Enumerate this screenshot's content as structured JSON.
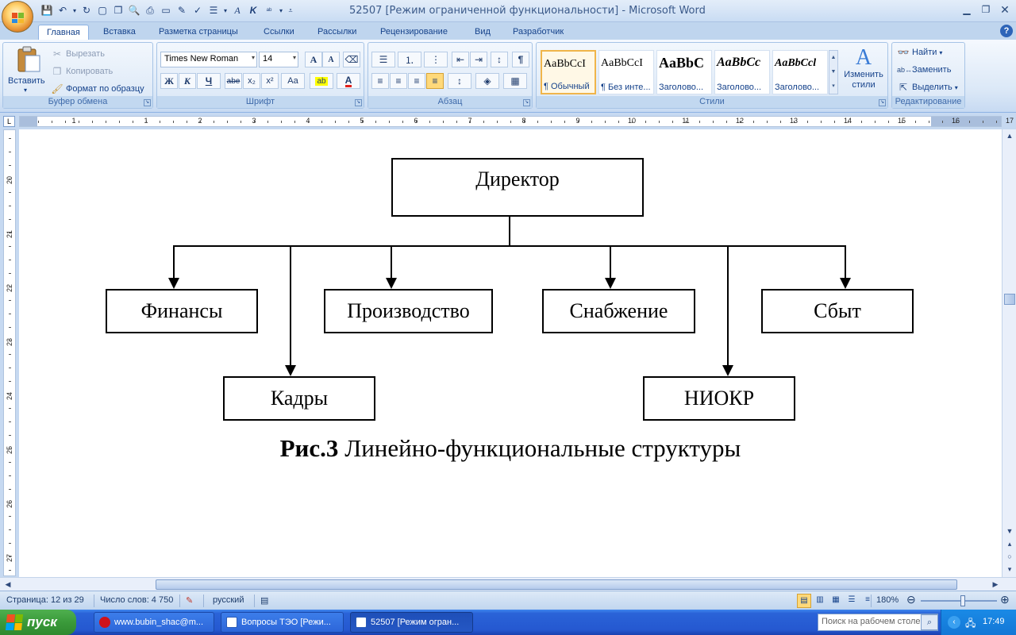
{
  "window": {
    "title": "52507 [Режим ограниченной функциональности]  -  Microsoft Word"
  },
  "tabs": [
    "Главная",
    "Вставка",
    "Разметка страницы",
    "Ссылки",
    "Рассылки",
    "Рецензирование",
    "Вид",
    "Разработчик"
  ],
  "ribbon": {
    "clipboard": {
      "label": "Буфер обмена",
      "paste": "Вставить",
      "cut": "Вырезать",
      "copy": "Копировать",
      "format_painter": "Формат по образцу"
    },
    "font": {
      "label": "Шрифт",
      "font_name": "Times New Roman",
      "font_size": "14",
      "bold": "Ж",
      "italic": "К",
      "underline": "Ч",
      "strike": "abe",
      "subscript": "x₂",
      "superscript": "x²",
      "change_case": "Aa",
      "grow": "A",
      "shrink": "A"
    },
    "paragraph": {
      "label": "Абзац",
      "pilcrow": "¶"
    },
    "styles": {
      "label": "Стили",
      "items": [
        {
          "sample": "AaBbCcI",
          "name": "¶ Обычный"
        },
        {
          "sample": "AaBbCcI",
          "name": "¶ Без инте..."
        },
        {
          "sample": "AaBbC",
          "name": "Заголово..."
        },
        {
          "sample": "AaBbCc",
          "name": "Заголово..."
        },
        {
          "sample": "AaBbCcl",
          "name": "Заголово..."
        }
      ],
      "change_styles": "Изменить стили"
    },
    "editing": {
      "label": "Редактирование",
      "find": "Найти",
      "replace": "Заменить",
      "select": "Выделить"
    }
  },
  "ruler": {
    "h_numbers": [
      "1",
      "1",
      "2",
      "3",
      "4",
      "5",
      "6",
      "7",
      "8",
      "9",
      "10",
      "11",
      "12",
      "13",
      "14",
      "15",
      "16",
      "17"
    ],
    "v_numbers": [
      "20",
      "21",
      "22",
      "23",
      "24",
      "25",
      "26",
      "27"
    ]
  },
  "document": {
    "chart": {
      "root": "Директор",
      "row1": [
        "Финансы",
        "Производство",
        "Снабжение",
        "Сбыт"
      ],
      "row2": [
        "Кадры",
        "НИОКР"
      ]
    },
    "caption_bold": "Рис.3",
    "caption_text": " Линейно-функциональные структуры"
  },
  "status": {
    "page": "Страница: 12 из 29",
    "words": "Число слов: 4 750",
    "language": "русский",
    "zoom": "180%"
  },
  "taskbar": {
    "start": "пуск",
    "tasks": [
      "www.bubin_shac@m...",
      "Вопросы ТЭО [Режи...",
      "52507 [Режим огран..."
    ],
    "search_placeholder": "Поиск на рабочем столе",
    "time": "17:49"
  },
  "colors": {
    "ribbon_text": "#15428b",
    "taskbar_blue": "#2558d0",
    "start_green": "#3a9a3a"
  }
}
